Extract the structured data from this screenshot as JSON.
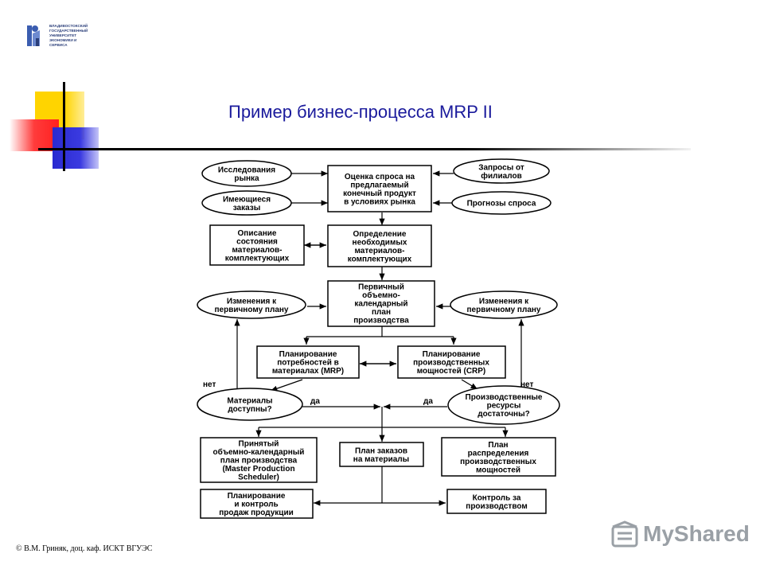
{
  "header": {
    "logo_lines": [
      "ВЛАДИВОСТОКСКИЙ",
      "ГОСУДАРСТВЕННЫЙ",
      "УНИВЕРСИТЕТ",
      "ЭКОНОМИКИ И",
      "СЕРВИСА"
    ],
    "title": "Пример бизнес-процесса MRP II"
  },
  "footer": {
    "credit": "© В.М. Гриняк, доц. каф. ИСКТ ВГУЭС",
    "watermark": "MyShared"
  },
  "diagram": {
    "nodes": {
      "research": [
        "Исследования",
        "рынка"
      ],
      "orders": [
        "Имеющиеся",
        "заказы"
      ],
      "demand": [
        "Оценка спроса на",
        "предлагаемый",
        "конечный продукт",
        "в условиях рынка"
      ],
      "branch_requests": [
        "Запросы от",
        "филиалов"
      ],
      "forecasts": [
        "Прогнозы спроса"
      ],
      "materials_state": [
        "Описание",
        "состояния",
        "материалов-",
        "комплектующих"
      ],
      "materials_needs": [
        "Определение",
        "необходимых",
        "материалов-",
        "комплектующих"
      ],
      "changes_left": [
        "Изменения к",
        "первичному плану"
      ],
      "mps_primary": [
        "Первичный",
        "объемно-",
        "календарный",
        "план",
        "производства"
      ],
      "changes_right": [
        "Изменения к",
        "первичному плану"
      ],
      "mrp": [
        "Планирование",
        "потребностей в",
        "материалах (MRP)"
      ],
      "crp": [
        "Планирование",
        "производственных",
        "мощностей (CRP)"
      ],
      "materials_avail": [
        "Материалы",
        "доступны?"
      ],
      "resources_ok": [
        "Производственные",
        "ресурсы",
        "достаточны?"
      ],
      "mps_accepted": [
        "Принятый",
        "объемно-календарный",
        "план производства",
        "(Master Production",
        "Scheduler)"
      ],
      "material_orders": [
        "План заказов",
        "на материалы"
      ],
      "capacity_plan": [
        "План",
        "распределения",
        "производственных",
        "мощностей"
      ],
      "sales_control": [
        "Планирование",
        "и контроль",
        "продаж продукции"
      ],
      "production_control": [
        "Контроль за",
        "производством"
      ]
    },
    "edge_labels": {
      "no_left": "нет",
      "yes_left": "да",
      "yes_right": "да",
      "no_right": "нет"
    }
  }
}
